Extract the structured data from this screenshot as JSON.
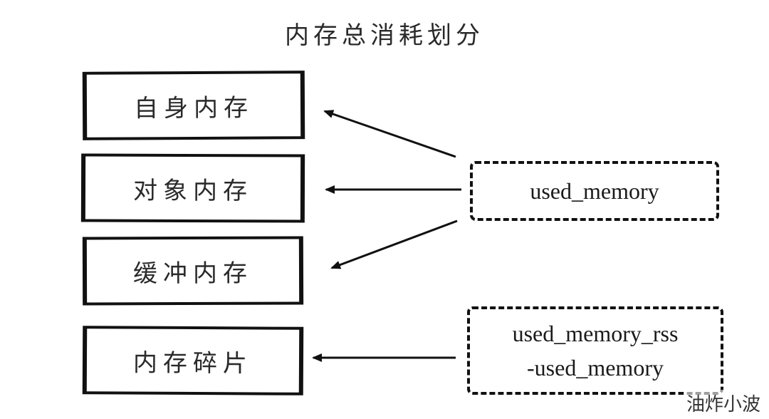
{
  "title": "内存总消耗划分",
  "components": [
    {
      "label": "自身内存"
    },
    {
      "label": "对象内存"
    },
    {
      "label": "缓冲内存"
    },
    {
      "label": "内存碎片"
    }
  ],
  "metrics": {
    "used_memory": "used_memory",
    "rss_line1": "used_memory_rss",
    "rss_line2": "-used_memory"
  },
  "watermark": "油炸小波"
}
